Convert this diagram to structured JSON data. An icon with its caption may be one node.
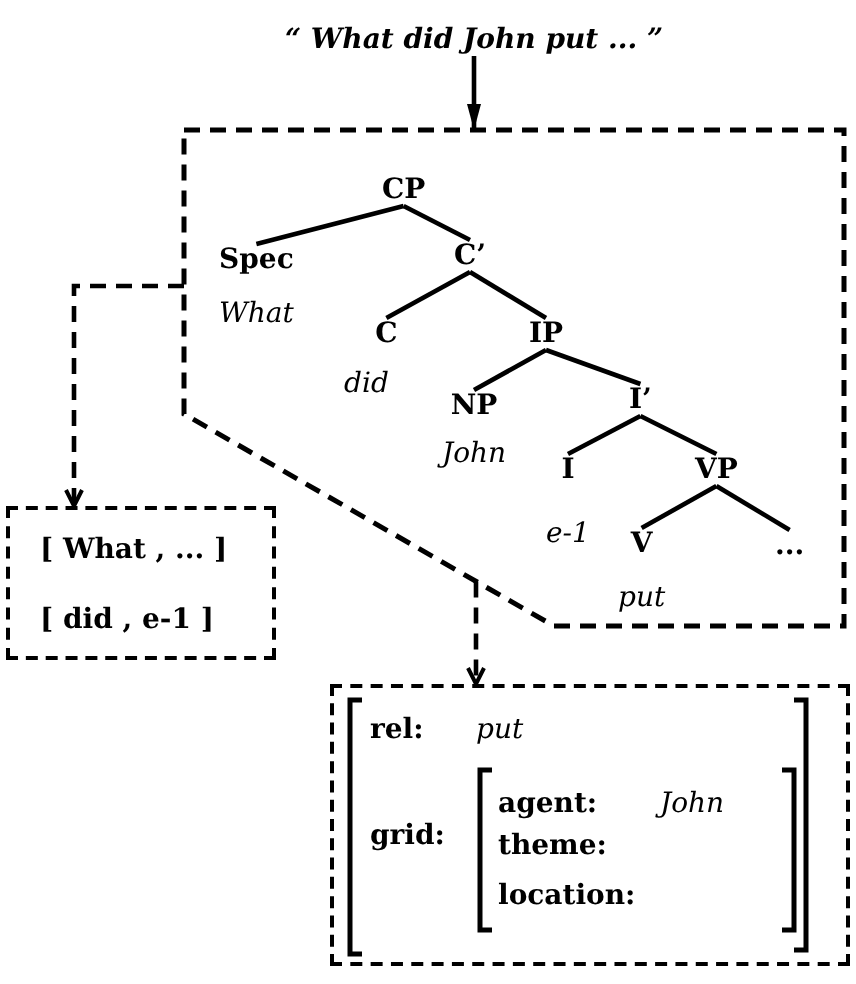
{
  "diagram": {
    "nodes": [
      {
        "text": [
          "“ What did John put ... ”"
        ]
      },
      {
        "text": [],
        "shape": "polygon"
      },
      {
        "text": [
          "CP"
        ],
        "in": 1
      },
      {
        "text": [
          "Spec",
          "What"
        ],
        "in": 1
      },
      {
        "text": [
          "C’"
        ],
        "in": 1
      },
      {
        "text": [
          "C",
          "did"
        ],
        "in": 1
      },
      {
        "text": [
          "IP"
        ],
        "in": 1
      },
      {
        "text": [
          "NP",
          "John"
        ],
        "in": 1
      },
      {
        "text": [
          "I’"
        ],
        "in": 1
      },
      {
        "text": [
          "I",
          "e-1"
        ],
        "in": 1
      },
      {
        "text": [
          "VP"
        ],
        "in": 1
      },
      {
        "text": [
          "V",
          "put"
        ],
        "in": 1
      },
      {
        "text": [
          "..."
        ],
        "in": 1
      },
      {
        "text": [
          "[ What , ... ]",
          "[ did , e-1 ]"
        ]
      },
      {
        "text": [
          "rel:",
          "put",
          "grid:",
          "agent:",
          "John",
          "theme:",
          "location:"
        ]
      }
    ],
    "edges": [
      {
        "from": 0,
        "to": 1,
        "arrow": "to"
      },
      {
        "from": 2,
        "to": 3,
        "arrow": "none"
      },
      {
        "from": 2,
        "to": 4,
        "arrow": "none"
      },
      {
        "from": 4,
        "to": 5,
        "arrow": "none"
      },
      {
        "from": 4,
        "to": 6,
        "arrow": "none"
      },
      {
        "from": 6,
        "to": 7,
        "arrow": "none"
      },
      {
        "from": 6,
        "to": 8,
        "arrow": "none"
      },
      {
        "from": 8,
        "to": 9,
        "arrow": "none"
      },
      {
        "from": 8,
        "to": 10,
        "arrow": "none"
      },
      {
        "from": 10,
        "to": 11,
        "arrow": "none"
      },
      {
        "from": 10,
        "to": 12,
        "arrow": "none"
      },
      {
        "from": 1,
        "to": 13,
        "arrow": "to",
        "style": "dashed"
      },
      {
        "from": 1,
        "to": 14,
        "arrow": "to",
        "style": "dashed"
      }
    ]
  }
}
